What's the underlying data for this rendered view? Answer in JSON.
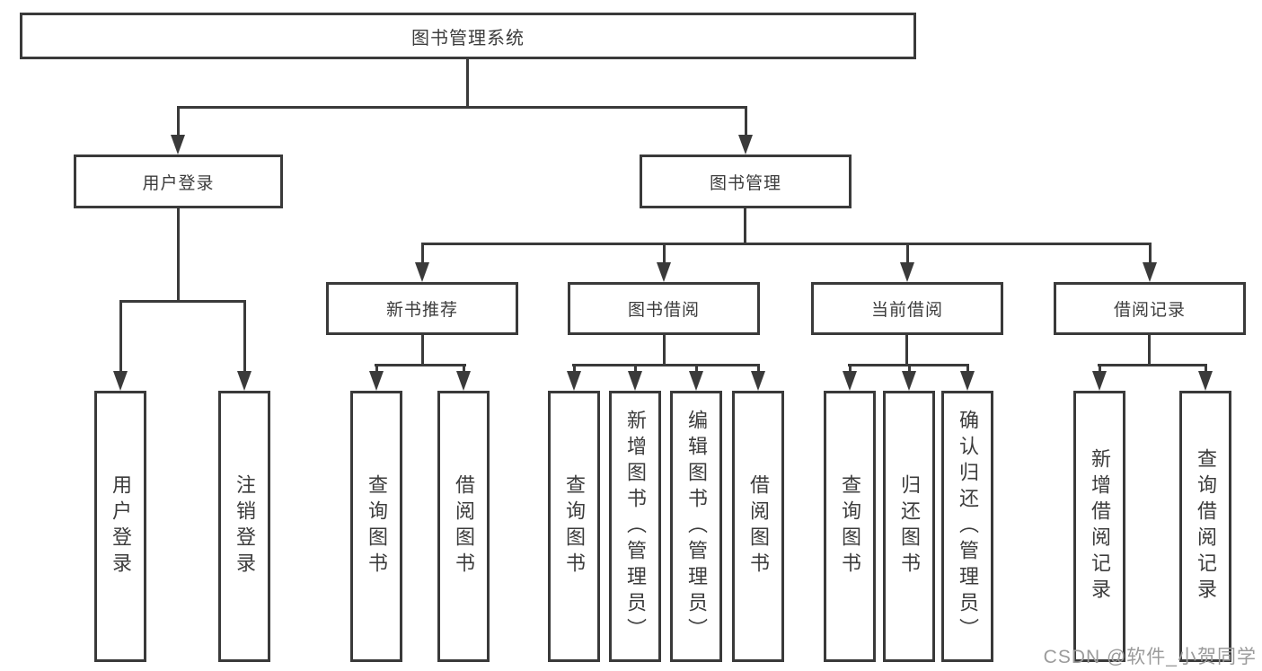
{
  "diagram": {
    "root": "图书管理系统",
    "level2": [
      "用户登录",
      "图书管理"
    ],
    "level3": [
      "新书推荐",
      "图书借阅",
      "当前借阅",
      "借阅记录"
    ],
    "leaves": {
      "user_login": [
        "用户登录",
        "注销登录"
      ],
      "new_book_recommend": [
        "查询图书",
        "借阅图书"
      ],
      "book_borrow": [
        "查询图书",
        "新增图书（管理员）",
        "编辑图书（管理员）",
        "借阅图书"
      ],
      "current_borrow": [
        "查询图书",
        "归还图书",
        "确认归还（管理员）"
      ],
      "borrow_records": [
        "新增借阅记录",
        "查询借阅记录"
      ]
    },
    "watermark": "CSDN @软件_小贺同学",
    "colors": {
      "line": "#3a3a3a",
      "text": "#3c3c3c",
      "background": "#ffffff",
      "watermark": "#9b9b9b"
    }
  }
}
